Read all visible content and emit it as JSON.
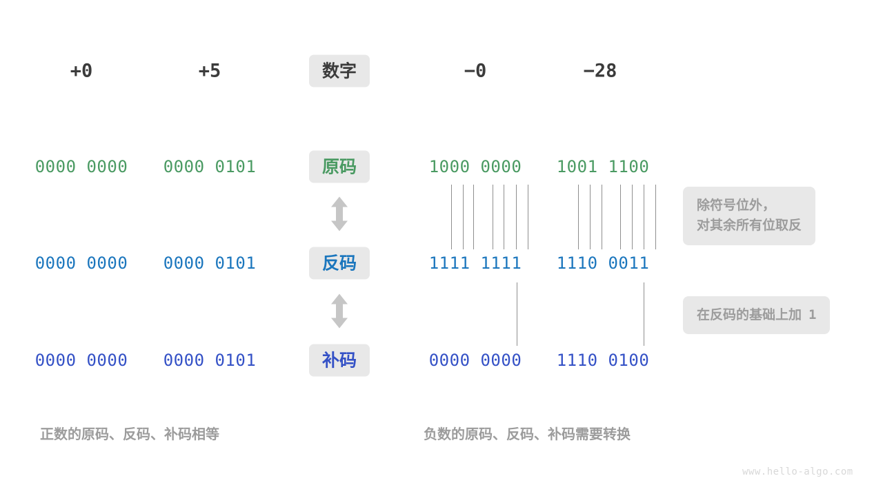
{
  "page": {
    "background": "#ffffff",
    "watermark": "www.hello-algo.com"
  },
  "colors": {
    "sign_magnitude": "#4a9a62",
    "ones_complement": "#1b76bd",
    "twos_complement": "#3451c6",
    "chip_bg": "#e8e8e8",
    "muted_text": "#9c9c9c",
    "header_text": "#3b3b3b",
    "connector_line": "#8e8e8e",
    "arrow": "#c6c6c6"
  },
  "header": {
    "row_label": "数字",
    "columns": [
      {
        "label": "+0"
      },
      {
        "label": "+5"
      },
      {
        "label": "−0"
      },
      {
        "label": "−28"
      }
    ]
  },
  "rows": [
    {
      "key": "sign_magnitude",
      "label": "原码",
      "color": "#4a9a62",
      "values": [
        "0000 0000",
        "0000 0101",
        "1000 0000",
        "1001 1100"
      ]
    },
    {
      "key": "ones_complement",
      "label": "反码",
      "color": "#1b76bd",
      "values": [
        "0000 0000",
        "0000 0101",
        "1111 1111",
        "1110 0011"
      ]
    },
    {
      "key": "twos_complement",
      "label": "补码",
      "color": "#3451c6",
      "values": [
        "0000 0000",
        "0000 0101",
        "0000 0000",
        "1110 0100"
      ]
    }
  ],
  "notes": [
    {
      "id": "invert-note",
      "line1": "除符号位外，",
      "line2": "对其余所有位取反"
    },
    {
      "id": "plus-one-note",
      "text": "在反码的基础上加",
      "value": "1"
    }
  ],
  "captions": {
    "positive": "正数的原码、反码、补码相等",
    "negative": "负数的原码、反码、补码需要转换"
  },
  "arrows": {
    "top_label": "sign-to-ones-arrow",
    "bottom_label": "ones-to-twos-arrow"
  }
}
